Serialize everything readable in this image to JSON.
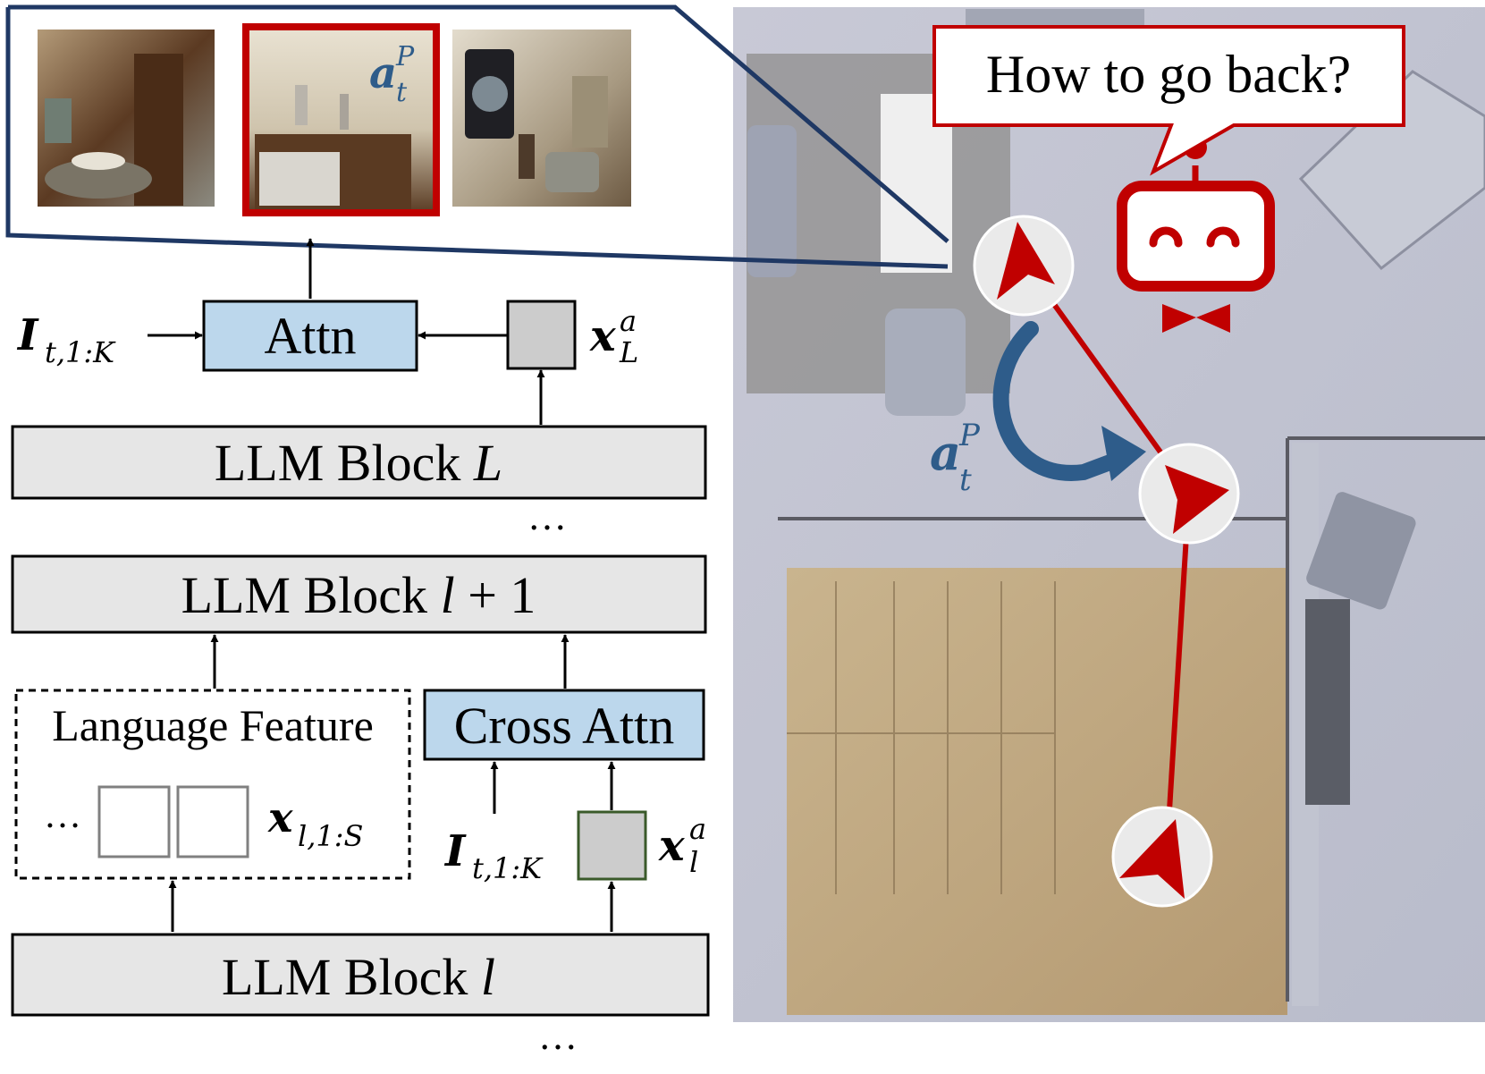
{
  "colors": {
    "box_gray": "#e6e6e6",
    "box_blue": "#bcd7ec",
    "token_gray": "#cccccc",
    "highlight_red": "#c00000",
    "navy": "#1f3864",
    "arrow_blue": "#2e5c8a"
  },
  "left_panel": {
    "blocks": {
      "llm_block_L": {
        "prefix": "LLM Block",
        "var": "L"
      },
      "llm_block_l1": {
        "prefix": "LLM Block",
        "expr_var": "l",
        "expr_rest": " + 1"
      },
      "llm_block_l": {
        "prefix": "LLM Block",
        "var": "l"
      }
    },
    "attn_label": "Attn",
    "cross_attn_label": "Cross Attn",
    "language_feature_label": "Language Feature",
    "ellipsis": "…",
    "symbols": {
      "image_tokens_main": "I",
      "image_tokens_sub": "t,1:K",
      "agent_token_L_main": "x",
      "agent_token_L_sup": "a",
      "agent_token_L_sub": "L",
      "agent_token_l_main": "x",
      "agent_token_l_sup": "a",
      "agent_token_l_sub": "l",
      "lang_tokens_main": "x",
      "lang_tokens_sub": "l,1:S",
      "action_main": "a",
      "action_sup": "P",
      "action_sub": "t"
    }
  },
  "right_panel": {
    "speech_bubble": "How to go back?",
    "robot_icon": "robot-icon",
    "waypoint_icon": "navigation-arrow-icon"
  },
  "thumbnails": [
    {
      "name": "dining-room-view",
      "selected": false
    },
    {
      "name": "cabinet-view",
      "selected": true
    },
    {
      "name": "living-room-view",
      "selected": false
    }
  ]
}
